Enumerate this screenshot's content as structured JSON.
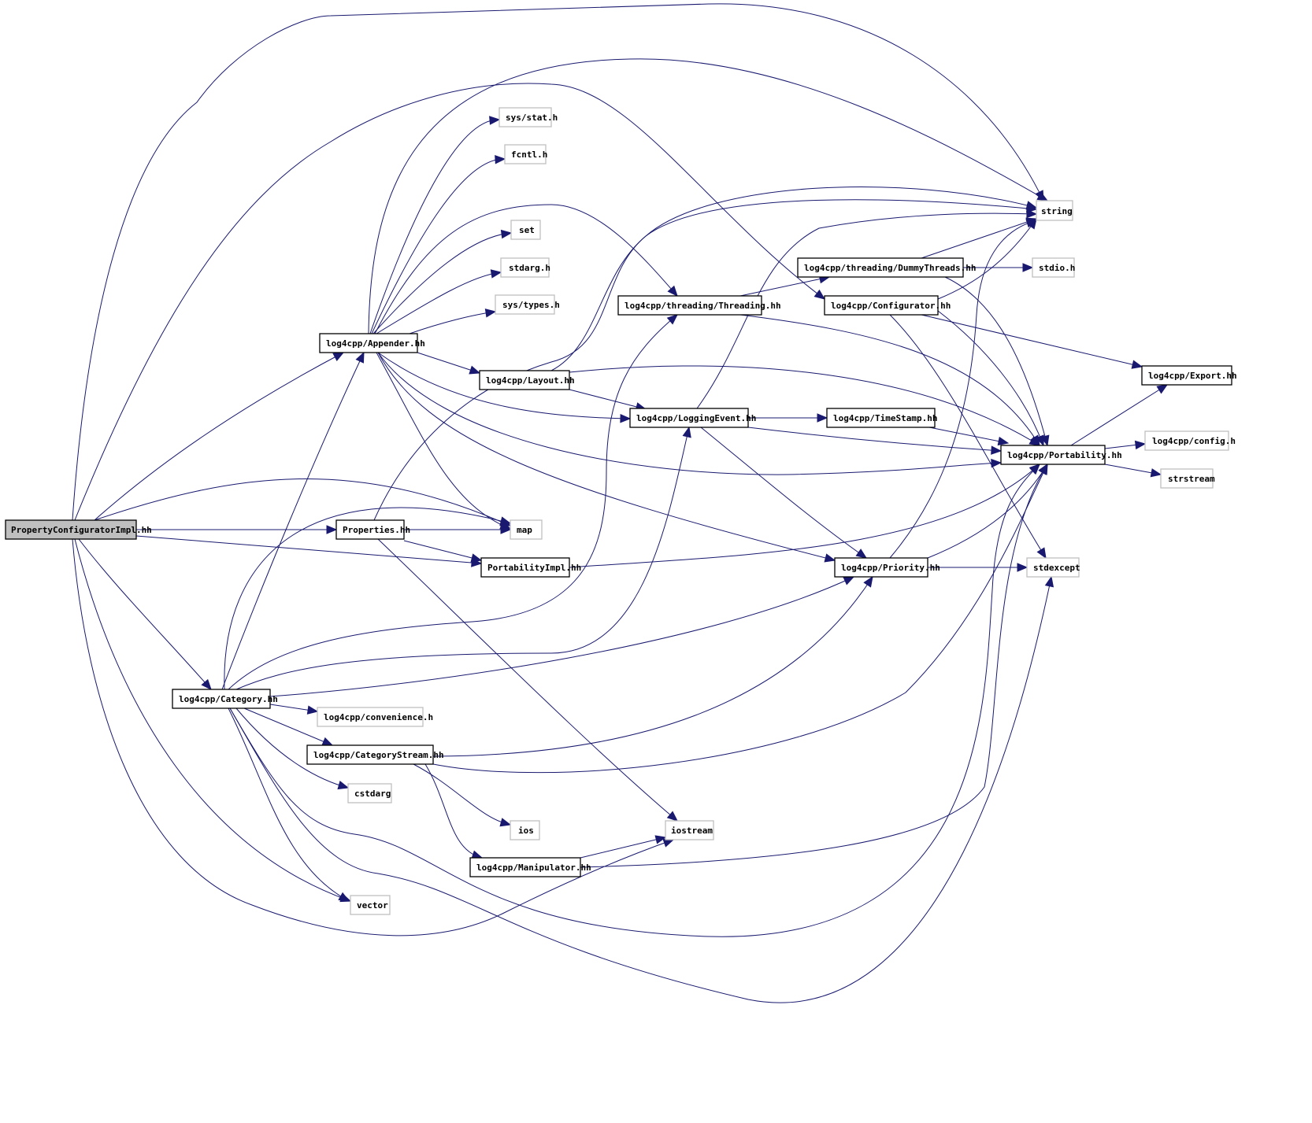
{
  "diagram": {
    "type": "include-dependency-graph",
    "root": "PropertyConfiguratorImpl.hh",
    "edge_color": "#191970",
    "nodes": [
      {
        "id": "root",
        "label": "PropertyConfiguratorImpl.hh",
        "kind": "root"
      },
      {
        "id": "appender",
        "label": "log4cpp/Appender.hh",
        "kind": "internal"
      },
      {
        "id": "properties",
        "label": "Properties.hh",
        "kind": "internal"
      },
      {
        "id": "portimpl",
        "label": "PortabilityImpl.hh",
        "kind": "internal"
      },
      {
        "id": "category",
        "label": "log4cpp/Category.hh",
        "kind": "internal"
      },
      {
        "id": "layout",
        "label": "log4cpp/Layout.hh",
        "kind": "internal"
      },
      {
        "id": "threading",
        "label": "log4cpp/threading/Threading.hh",
        "kind": "internal"
      },
      {
        "id": "dummy",
        "label": "log4cpp/threading/DummyThreads.hh",
        "kind": "internal"
      },
      {
        "id": "configurator",
        "label": "log4cpp/Configurator.hh",
        "kind": "internal"
      },
      {
        "id": "loggingevent",
        "label": "log4cpp/LoggingEvent.hh",
        "kind": "internal"
      },
      {
        "id": "timestamp",
        "label": "log4cpp/TimeStamp.hh",
        "kind": "internal"
      },
      {
        "id": "portability",
        "label": "log4cpp/Portability.hh",
        "kind": "internal"
      },
      {
        "id": "export",
        "label": "log4cpp/Export.hh",
        "kind": "internal"
      },
      {
        "id": "priority",
        "label": "log4cpp/Priority.hh",
        "kind": "internal"
      },
      {
        "id": "catstream",
        "label": "log4cpp/CategoryStream.hh",
        "kind": "internal"
      },
      {
        "id": "manipulator",
        "label": "log4cpp/Manipulator.hh",
        "kind": "internal"
      },
      {
        "id": "sysstat",
        "label": "sys/stat.h",
        "kind": "external"
      },
      {
        "id": "fcntl",
        "label": "fcntl.h",
        "kind": "external"
      },
      {
        "id": "set",
        "label": "set",
        "kind": "external"
      },
      {
        "id": "stdarg",
        "label": "stdarg.h",
        "kind": "external"
      },
      {
        "id": "systypes",
        "label": "sys/types.h",
        "kind": "external"
      },
      {
        "id": "string",
        "label": "string",
        "kind": "external"
      },
      {
        "id": "stdio",
        "label": "stdio.h",
        "kind": "external"
      },
      {
        "id": "config",
        "label": "log4cpp/config.h",
        "kind": "external"
      },
      {
        "id": "strstream",
        "label": "strstream",
        "kind": "external"
      },
      {
        "id": "map",
        "label": "map",
        "kind": "external"
      },
      {
        "id": "stdexcept",
        "label": "stdexcept",
        "kind": "external"
      },
      {
        "id": "convenience",
        "label": "log4cpp/convenience.h",
        "kind": "external"
      },
      {
        "id": "cstdarg",
        "label": "cstdarg",
        "kind": "external"
      },
      {
        "id": "ios",
        "label": "ios",
        "kind": "external"
      },
      {
        "id": "iostream",
        "label": "iostream",
        "kind": "external"
      },
      {
        "id": "vector",
        "label": "vector",
        "kind": "external"
      }
    ],
    "edges": [
      [
        "root",
        "appender"
      ],
      [
        "root",
        "properties"
      ],
      [
        "root",
        "portimpl"
      ],
      [
        "root",
        "category"
      ],
      [
        "root",
        "string"
      ],
      [
        "root",
        "map"
      ],
      [
        "root",
        "configurator"
      ],
      [
        "root",
        "iostream"
      ],
      [
        "root",
        "vector"
      ],
      [
        "appender",
        "sysstat"
      ],
      [
        "appender",
        "fcntl"
      ],
      [
        "appender",
        "set"
      ],
      [
        "appender",
        "stdarg"
      ],
      [
        "appender",
        "systypes"
      ],
      [
        "appender",
        "string"
      ],
      [
        "appender",
        "threading"
      ],
      [
        "appender",
        "layout"
      ],
      [
        "appender",
        "loggingevent"
      ],
      [
        "appender",
        "portability"
      ],
      [
        "appender",
        "priority"
      ],
      [
        "appender",
        "map"
      ],
      [
        "properties",
        "map"
      ],
      [
        "properties",
        "portimpl"
      ],
      [
        "properties",
        "string"
      ],
      [
        "properties",
        "iostream"
      ],
      [
        "portimpl",
        "portability"
      ],
      [
        "layout",
        "string"
      ],
      [
        "layout",
        "loggingevent"
      ],
      [
        "layout",
        "portability"
      ],
      [
        "loggingevent",
        "string"
      ],
      [
        "loggingevent",
        "timestamp"
      ],
      [
        "loggingevent",
        "portability"
      ],
      [
        "loggingevent",
        "priority"
      ],
      [
        "timestamp",
        "portability"
      ],
      [
        "threading",
        "dummy"
      ],
      [
        "threading",
        "portability"
      ],
      [
        "dummy",
        "string"
      ],
      [
        "dummy",
        "stdio"
      ],
      [
        "dummy",
        "portability"
      ],
      [
        "configurator",
        "string"
      ],
      [
        "configurator",
        "export"
      ],
      [
        "configurator",
        "portability"
      ],
      [
        "configurator",
        "stdexcept"
      ],
      [
        "portability",
        "export"
      ],
      [
        "portability",
        "config"
      ],
      [
        "portability",
        "strstream"
      ],
      [
        "priority",
        "string"
      ],
      [
        "priority",
        "stdexcept"
      ],
      [
        "priority",
        "portability"
      ],
      [
        "category",
        "appender"
      ],
      [
        "category",
        "threading"
      ],
      [
        "category",
        "loggingevent"
      ],
      [
        "category",
        "priority"
      ],
      [
        "category",
        "convenience"
      ],
      [
        "category",
        "catstream"
      ],
      [
        "category",
        "cstdarg"
      ],
      [
        "category",
        "map"
      ],
      [
        "category",
        "vector"
      ],
      [
        "category",
        "stdexcept"
      ],
      [
        "category",
        "portability"
      ],
      [
        "catstream",
        "priority"
      ],
      [
        "catstream",
        "portability"
      ],
      [
        "catstream",
        "ios"
      ],
      [
        "catstream",
        "manipulator"
      ],
      [
        "manipulator",
        "iostream"
      ],
      [
        "manipulator",
        "portability"
      ]
    ]
  }
}
